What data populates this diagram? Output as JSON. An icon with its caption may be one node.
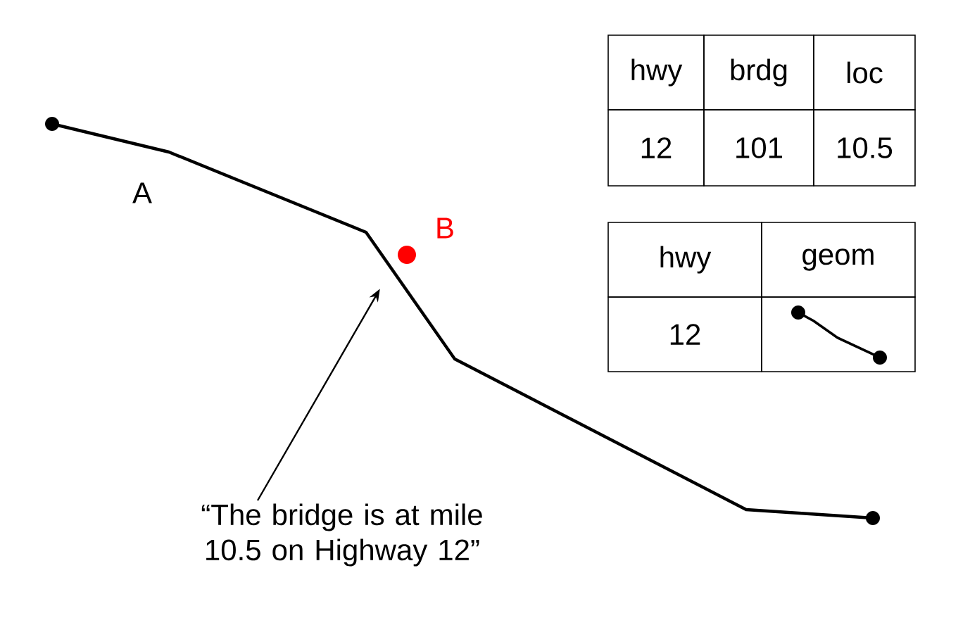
{
  "diagram": {
    "nodes": [
      {
        "text": [
          "“The bridge is at mile 10.5 on Highway 12”"
        ]
      },
      {
        "text": [],
        "shape": "line"
      }
    ],
    "edges": [
      {
        "from": 0,
        "to": 1,
        "arrow": "to"
      }
    ],
    "labels": [
      "A",
      "B",
      "hwy",
      "brdg",
      "loc",
      "12",
      "101",
      "10.5",
      "hwy",
      "geom",
      "12"
    ]
  }
}
